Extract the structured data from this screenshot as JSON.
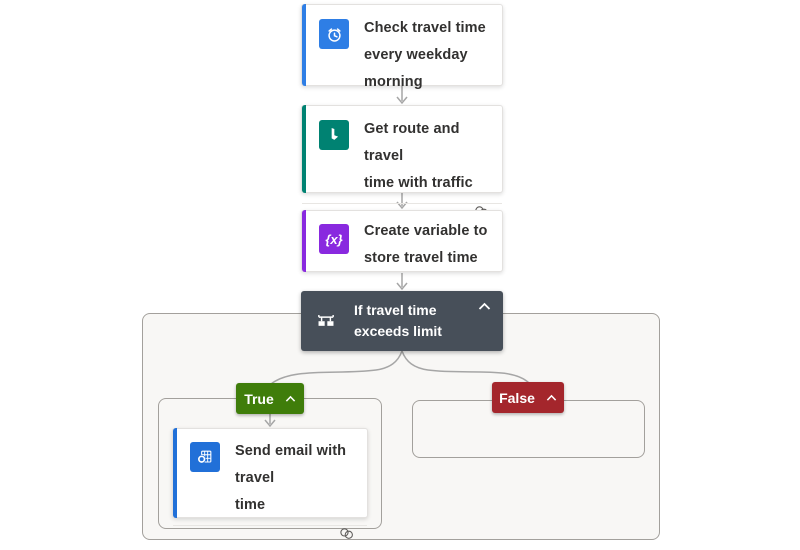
{
  "app": "flow-designer",
  "colors": {
    "trigger_blue": "#2e7ee5",
    "bing_teal": "#008272",
    "variable_purple": "#8929df",
    "outlook_blue": "#2170d8",
    "condition_dark": "#474f59",
    "true_green": "#3f7d0a",
    "false_red": "#a4262c",
    "connector_gray": "#a6a6a6",
    "scope_background": "#f8f7f5",
    "scope_border": "#a3a09c"
  },
  "icons": {
    "trigger": "alarm-clock-icon",
    "route": "bing-logo-icon",
    "variable": "braces-x-icon",
    "condition": "condition-branch-icon",
    "email": "outlook-icon",
    "footer": "connection-rings-icon",
    "collapse": "chevron-up-icon"
  },
  "flow": {
    "trigger_card": {
      "line1": "Check travel time",
      "line2": "every weekday",
      "line3": "morning"
    },
    "bing_card": {
      "line1": "Get route and travel",
      "line2": "time with traffic"
    },
    "variable_card": {
      "icon_text": "{x}",
      "line1": "Create variable to",
      "line2": "store travel time"
    },
    "condition_card": {
      "line1": "If travel time",
      "line2": "exceeds limit"
    },
    "true_branch": {
      "label": "True"
    },
    "false_branch": {
      "label": "False"
    },
    "email_card": {
      "line1": "Send email with travel",
      "line2": "time"
    }
  }
}
